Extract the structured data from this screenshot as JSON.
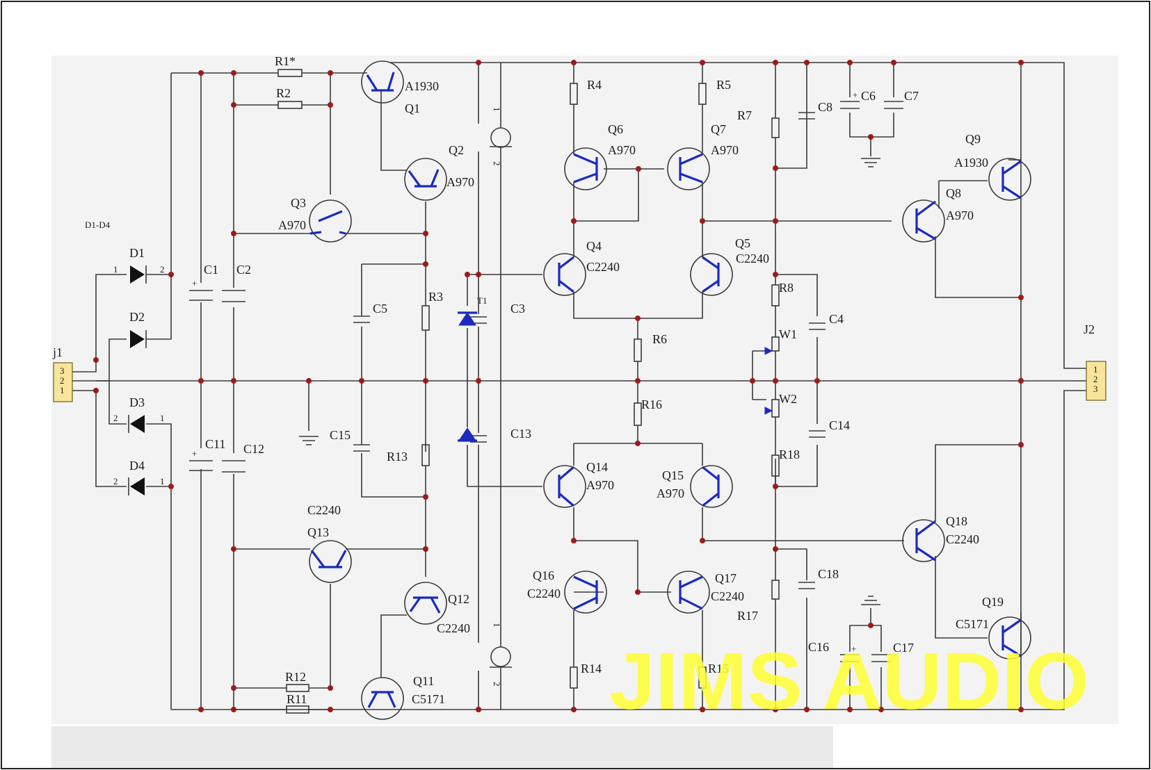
{
  "watermark": "JIMS AUDIO",
  "diode_group": "D1-D4",
  "connectors": {
    "j1": {
      "label": "j1",
      "pins": [
        "3",
        "2",
        "1"
      ]
    },
    "j2": {
      "label": "J2",
      "pins": [
        "1",
        "2",
        "3"
      ]
    }
  },
  "diodes": [
    {
      "ref": "D1",
      "pin_a": "1",
      "pin_b": "2"
    },
    {
      "ref": "D2",
      "pin_a": "",
      "pin_b": ""
    },
    {
      "ref": "D3",
      "pin_a": "2",
      "pin_b": "1"
    },
    {
      "ref": "D4",
      "pin_a": "2",
      "pin_b": "1"
    }
  ],
  "capacitors": [
    "C1",
    "C2",
    "C3",
    "C4",
    "C5",
    "C6",
    "C7",
    "C8",
    "C11",
    "C12",
    "C13",
    "C14",
    "C15",
    "C16",
    "C17",
    "C18"
  ],
  "resistors": [
    "R1*",
    "R2",
    "R3",
    "R4",
    "R5",
    "R6",
    "R7",
    "R8",
    "R11",
    "R12",
    "R13",
    "R14",
    "R15",
    "R16",
    "R17",
    "R18"
  ],
  "trimmers": [
    "W1",
    "W2"
  ],
  "zener_label": "T1",
  "meter_pins": [
    "1",
    "2"
  ],
  "transistors": [
    {
      "ref": "Q1",
      "part": "A1930"
    },
    {
      "ref": "Q2",
      "part": "A970"
    },
    {
      "ref": "Q3",
      "part": "A970"
    },
    {
      "ref": "Q4",
      "part": "C2240"
    },
    {
      "ref": "Q5",
      "part": "C2240"
    },
    {
      "ref": "Q6",
      "part": "A970"
    },
    {
      "ref": "Q7",
      "part": "A970"
    },
    {
      "ref": "Q8",
      "part": "A970"
    },
    {
      "ref": "Q9",
      "part": "A1930"
    },
    {
      "ref": "Q11",
      "part": "C5171"
    },
    {
      "ref": "Q12",
      "part": "C2240"
    },
    {
      "ref": "Q13",
      "part": "C2240"
    },
    {
      "ref": "Q14",
      "part": "A970"
    },
    {
      "ref": "Q15",
      "part": "A970"
    },
    {
      "ref": "Q16",
      "part": "C2240"
    },
    {
      "ref": "Q17",
      "part": "C2240"
    },
    {
      "ref": "Q18",
      "part": "C2240"
    },
    {
      "ref": "Q19",
      "part": "C5171"
    }
  ]
}
